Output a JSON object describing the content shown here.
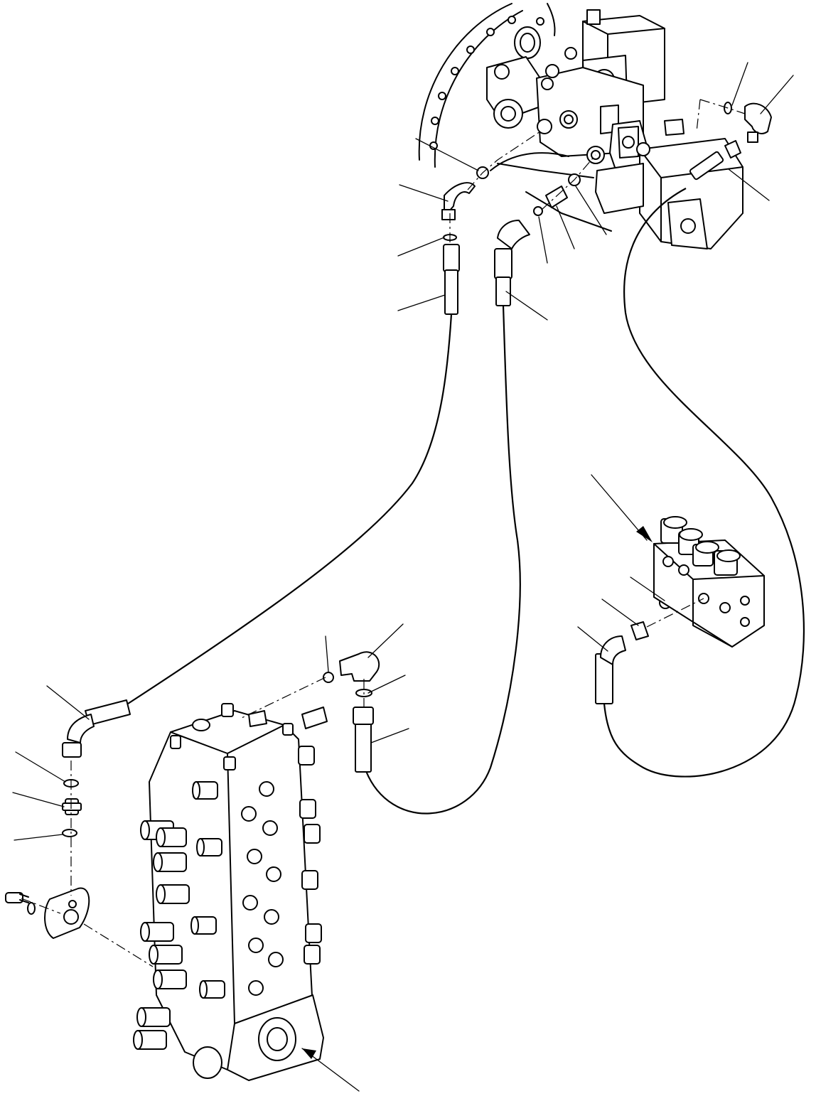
{
  "diagram": {
    "components": [
      {
        "id": "hydraulic-pump",
        "kind": "pump-assembly"
      },
      {
        "id": "control-valve",
        "kind": "valve-block"
      },
      {
        "id": "solenoid-valve",
        "kind": "valve-block"
      }
    ],
    "leader_lines": 24,
    "hoses": 3
  }
}
